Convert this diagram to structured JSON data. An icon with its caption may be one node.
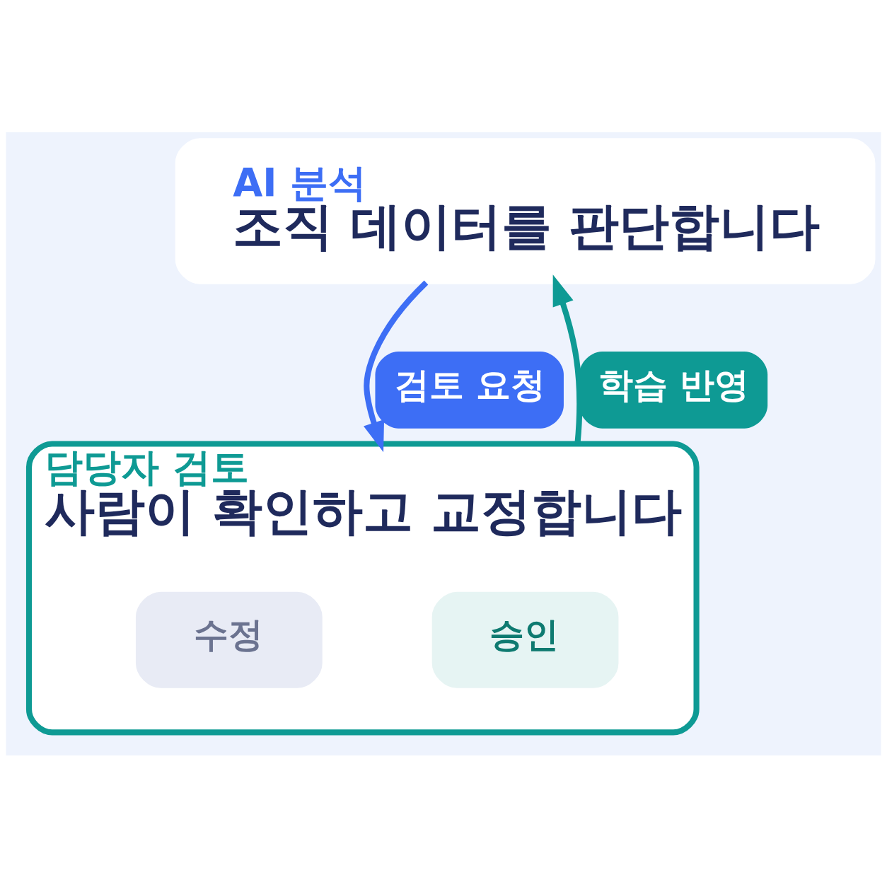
{
  "diagram": {
    "nodes": [
      {
        "text": [
          "AI 분석",
          "조직 데이터를 판단합니다"
        ]
      },
      {
        "text": [
          "담당자 검토",
          "사람이 확인하고 교정합니다"
        ]
      },
      {
        "text": [
          "승인"
        ],
        "in": 1
      },
      {
        "text": [
          "수정"
        ],
        "in": 1
      }
    ],
    "edges": [
      {
        "from": 0,
        "to": 1,
        "arrow": "to",
        "label": "검토 요청",
        "color": "#3d6ef5"
      },
      {
        "from": 1,
        "to": 0,
        "arrow": "to",
        "label": "학습 반영",
        "color": "#0e9a94"
      }
    ]
  }
}
